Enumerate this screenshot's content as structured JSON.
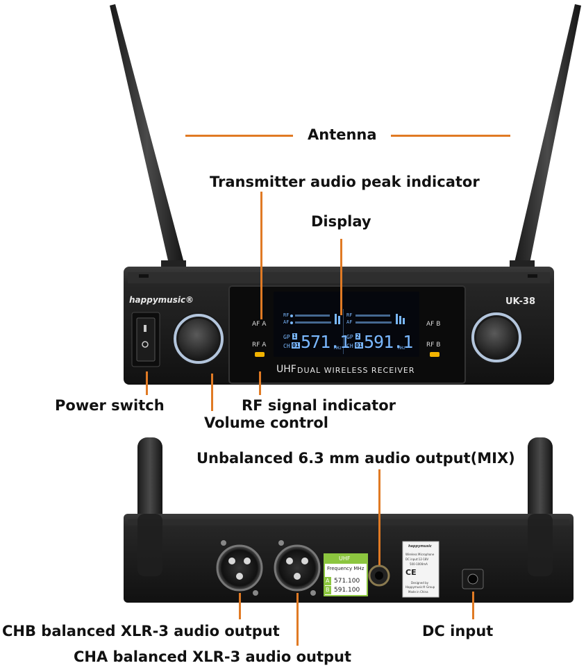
{
  "labels": {
    "antenna": "Antenna",
    "peak_indicator": "Transmitter audio peak indicator",
    "display": "Display",
    "power_switch": "Power switch",
    "rf_signal": "RF signal indicator",
    "volume": "Volume control",
    "unbalanced_output": "Unbalanced 6.3 mm audio output(MIX)",
    "chb_output": "CHB balanced XLR-3 audio output",
    "cha_output": "CHA balanced XLR-3 audio output",
    "dc_input": "DC input"
  },
  "front_panel": {
    "brand": "happymusic®",
    "model": "UK-38",
    "af_a": "AF A",
    "rf_a": "RF A",
    "af_b": "AF B",
    "rf_b": "RF B",
    "banner_uhf": "UHF",
    "banner_text": "DUAL WIRELESS RECEIVER",
    "lcd": {
      "rf": "RF",
      "af": "AF",
      "gp": "GP",
      "ch": "CH",
      "gp_a": "1",
      "ch_a": "01",
      "freq_a": "571.1",
      "gp_b": "2",
      "ch_b": "01",
      "freq_b": "591.1",
      "unit": "MHz"
    }
  },
  "rear_panel": {
    "freq_tag": {
      "title": "UHF",
      "subtitle": "Frequency MHz",
      "a_label": "A",
      "a_value": "571.100",
      "b_label": "B",
      "b_value": "591.100"
    },
    "sticker": {
      "brand": "happymusic",
      "line1": "Wireless Microphone",
      "line2": "DC input:12-18V",
      "line3": "500-1000mA",
      "ce": "CE",
      "line4": "Designed by",
      "line5": "Happymusic® Group",
      "line6": "Made in China"
    }
  },
  "colors": {
    "accent_orange": "#e07a24",
    "lcd_blue": "#7ab8ff",
    "body_black": "#1e1e1e",
    "led_amber": "#f2b300",
    "tag_green": "#8cc63f"
  }
}
